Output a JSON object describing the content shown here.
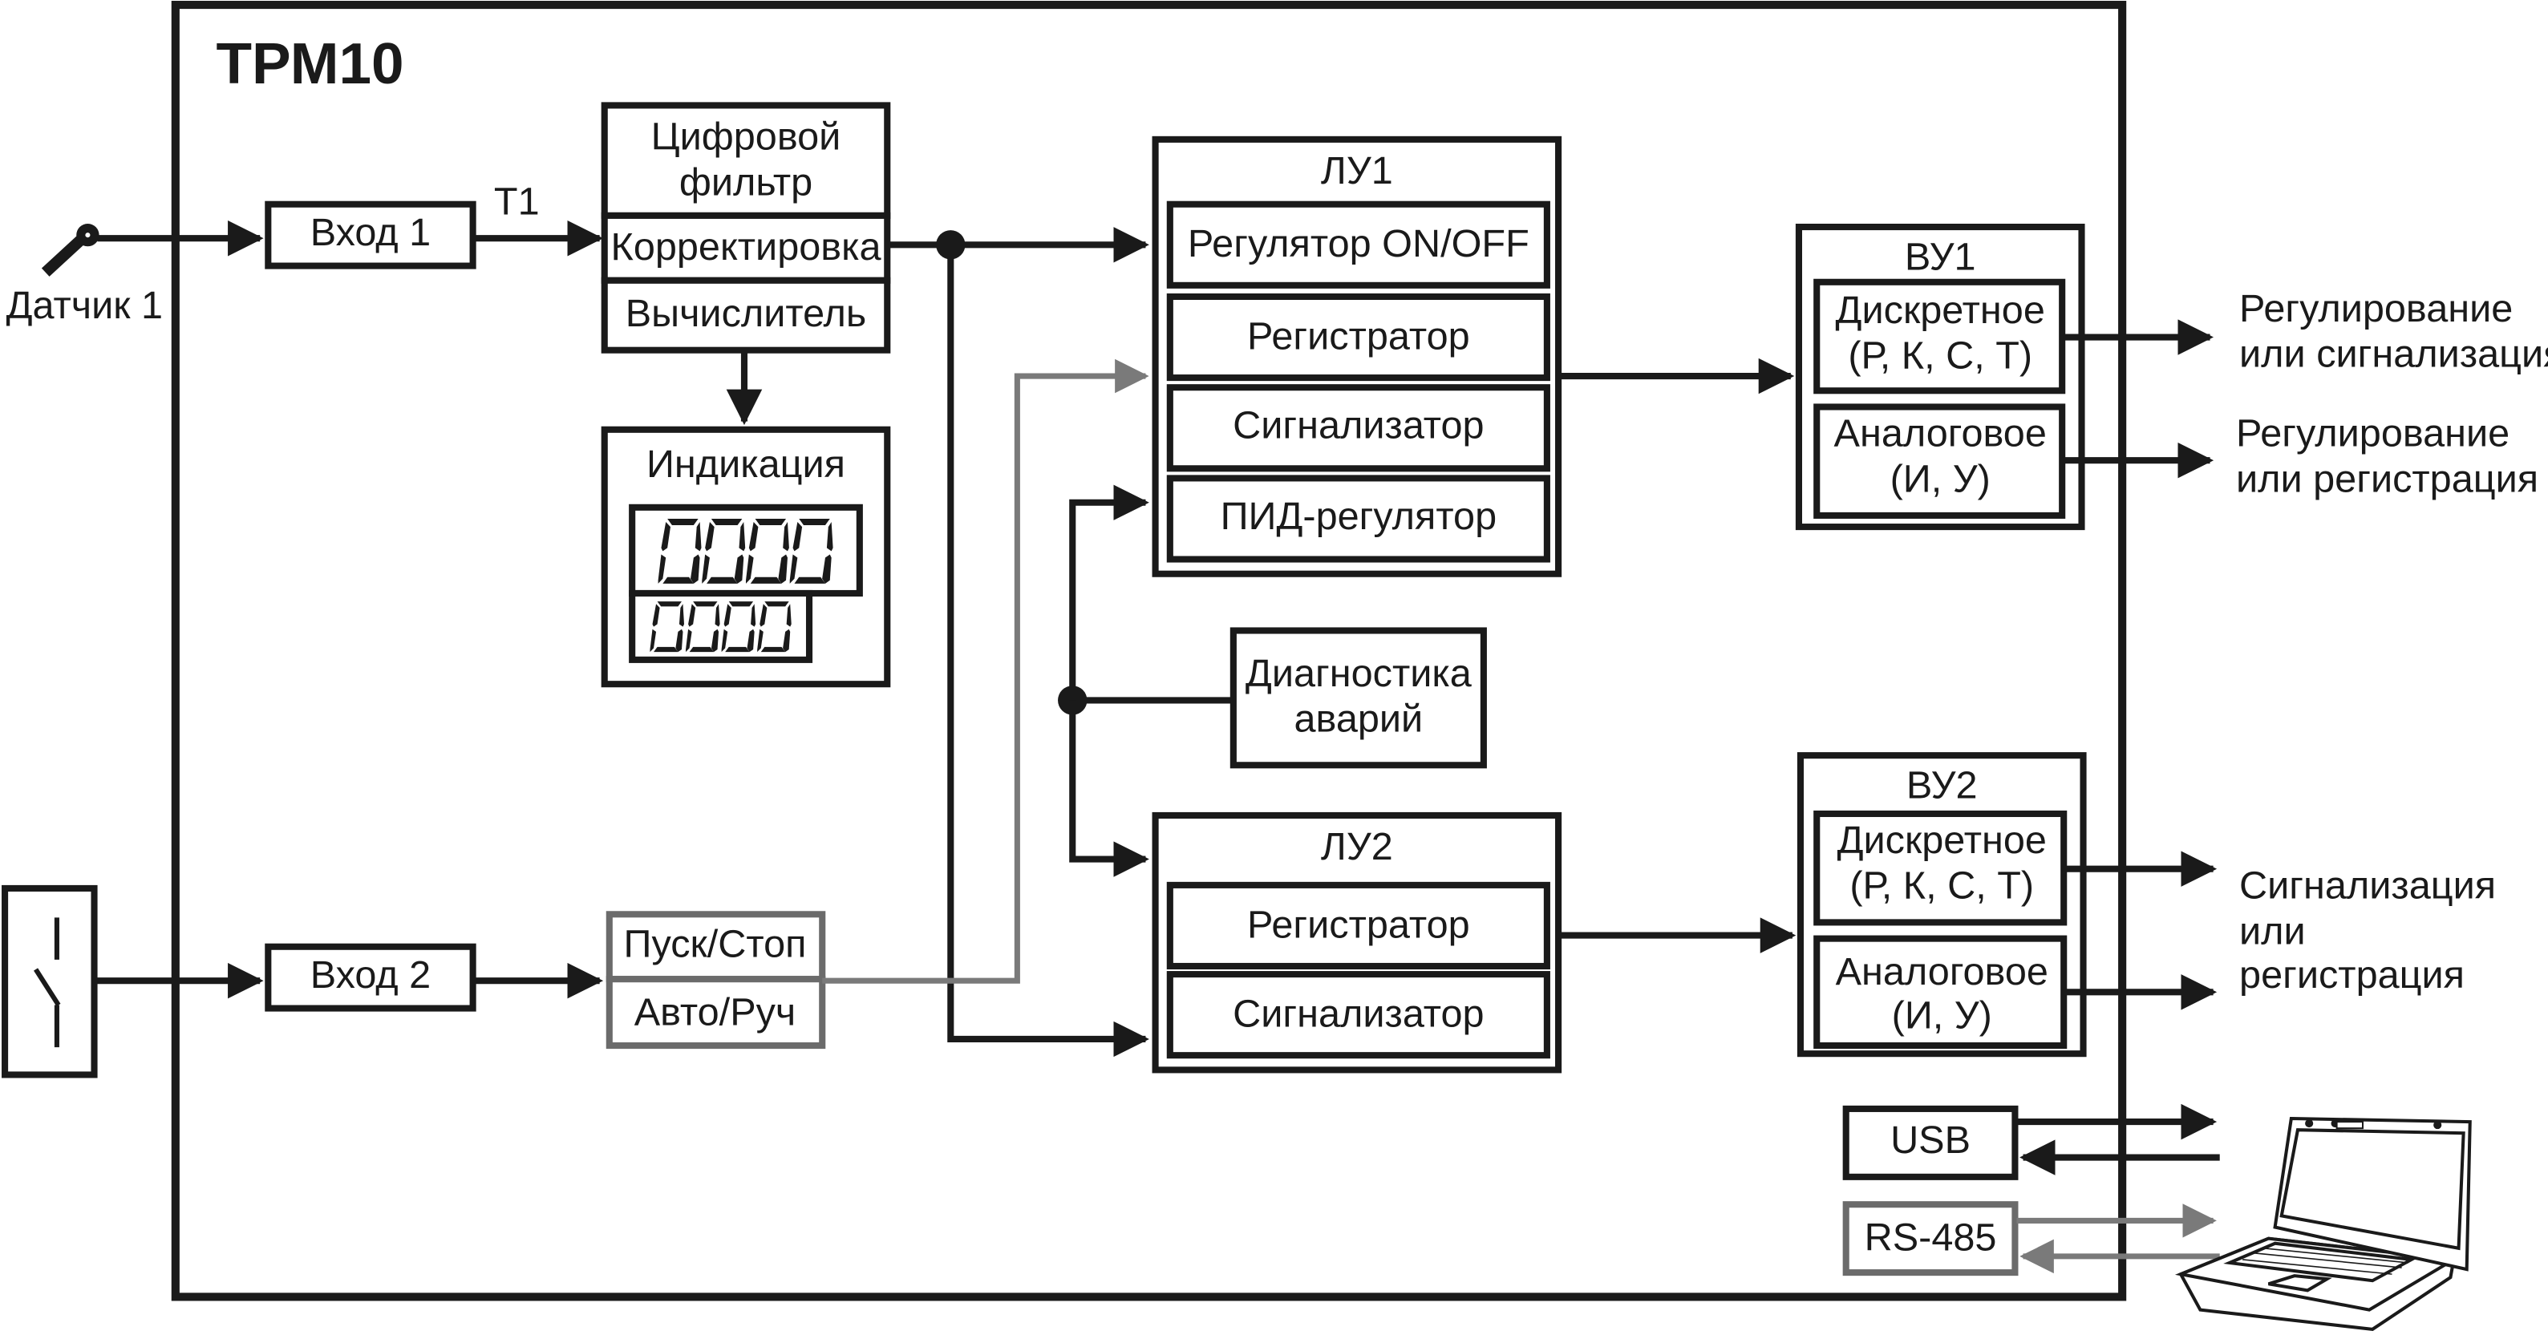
{
  "device": {
    "title": "ТРМ10"
  },
  "inputs": {
    "sensor1_label": "Датчик 1",
    "input1_label": "Вход 1",
    "signal_label": "Т1",
    "input2_label": "Вход 2"
  },
  "processing": {
    "filter_label_line1": "Цифровой",
    "filter_label_line2": "фильтр",
    "correction_label": "Корректировка",
    "calculator_label": "Вычислитель"
  },
  "indication": {
    "title": "Индикация",
    "display_upper": "0000",
    "display_lower": "0000"
  },
  "discrete_input": {
    "start_stop_label": "Пуск/Стоп",
    "auto_manual_label": "Авто/Руч"
  },
  "logic_units": [
    {
      "title": "ЛУ1",
      "modes": [
        "Регулятор ON/OFF",
        "Регистратор",
        "Сигнализатор",
        "ПИД-регулятор"
      ]
    },
    {
      "title": "ЛУ2",
      "modes": [
        "Регистратор",
        "Сигнализатор"
      ]
    }
  ],
  "diagnostics": {
    "label_line1": "Диагностика",
    "label_line2": "аварий"
  },
  "output_units": [
    {
      "title": "ВУ1",
      "discrete_line1": "Дискретное",
      "discrete_line2": "(Р, К, С, Т)",
      "analog_line1": "Аналоговое",
      "analog_line2": "(И, У)"
    },
    {
      "title": "ВУ2",
      "discrete_line1": "Дискретное",
      "discrete_line2": "(Р, К, С, Т)",
      "analog_line1": "Аналоговое",
      "analog_line2": "(И, У)"
    }
  ],
  "outputs": {
    "vu1_discrete_line1": "Регулирование",
    "vu1_discrete_line2": "или сигнализация",
    "vu1_analog_line1": "Регулирование",
    "vu1_analog_line2": "или регистрация",
    "vu2_line1": "Сигнализация",
    "vu2_line2": "или",
    "vu2_line3": "регистрация"
  },
  "interfaces": {
    "usb_label": "USB",
    "rs485_label": "RS-485"
  },
  "colors": {
    "primary": "#1a1a1a",
    "secondary": "#7a7a7a",
    "background": "#ffffff"
  }
}
